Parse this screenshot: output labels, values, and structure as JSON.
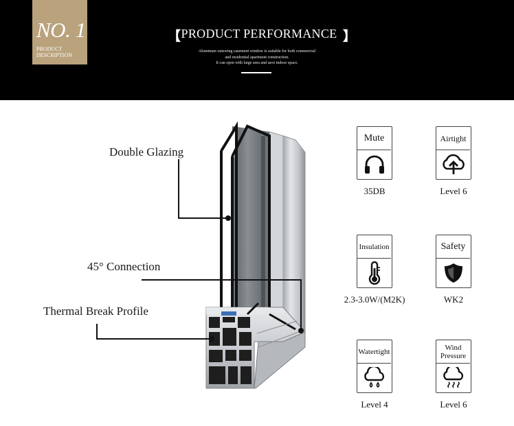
{
  "banner": {
    "number": "NO. 1",
    "number_sub": "PRODUCT\nDESCRIPTION",
    "title": "PRODUCT PERFORMANCE",
    "bracket_left": "【",
    "bracket_right": "】",
    "description_line1": "Aluminum outswing casement window is suitable for both commercial",
    "description_line2": "and residential apartment construction.",
    "description_line3": "It can open with large area and save indoor space."
  },
  "callouts": {
    "double_glazing": "Double Glazing",
    "connection": "45° Connection",
    "thermal_break": "Thermal Break Profile"
  },
  "features": [
    {
      "label": "Mute",
      "icon": "headphones-icon",
      "value": "35DB"
    },
    {
      "label": "Airtight",
      "icon": "cloud-upload-icon",
      "value": "Level 6"
    },
    {
      "label": "Insulation",
      "icon": "thermometer-icon",
      "value": "2.3-3.0W/(M2K)"
    },
    {
      "label": "Safety",
      "icon": "shield-icon",
      "value": "WK2"
    },
    {
      "label": "Watertight",
      "icon": "rain-cloud-icon",
      "value": "Level 4"
    },
    {
      "label": "Wind Pressure",
      "icon": "wind-cloud-icon",
      "value": "Level 6"
    }
  ],
  "colors": {
    "banner_bg": "#000000",
    "badge_gold": "#b9a27c",
    "frame_silver": "#c9ccd0",
    "frame_dark": "#2a2a2a",
    "glass": "#6f7478"
  }
}
